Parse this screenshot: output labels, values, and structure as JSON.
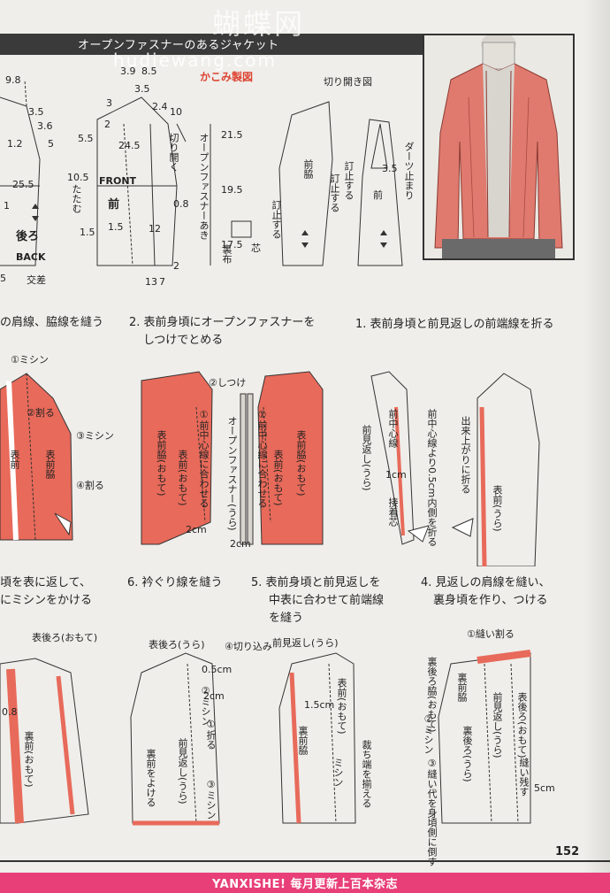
{
  "header": {
    "title": "オープンファスナーのあるジャケット",
    "subtitle": "かこみ製図",
    "watermark_cn": "蝴蝶网",
    "watermark_en": "hudiewang.com"
  },
  "pattern": {
    "dim_98": "9.8",
    "dim_35a": "3.5",
    "dim_36": "3.6",
    "dim_12": "1.2",
    "dim_5": "5",
    "dim_255": "25.5",
    "dim_1a": "1",
    "back_label": "後ろ",
    "back_en": "BACK",
    "kousa": "交差",
    "dim_5b": "5",
    "dim_3": "3",
    "dim_55": "5.5",
    "dim_24": "2",
    "dim_245": "24.5",
    "dim_105": "10.5",
    "dim_15a": "1.5",
    "dim_15b": "1.5",
    "dim_12b": "12",
    "front_en": "FRONT",
    "front_label": "前",
    "tatamu": "たたむ",
    "dim_39": "3.9",
    "dim_85": "8.5",
    "dim_35b": "3.5",
    "dim_24b": "2.4",
    "dim_10": "10",
    "dim_08": "0.8",
    "dim_13": "13",
    "dim_7": "7",
    "dim_215": "21.5",
    "dim_195": "19.5",
    "dim_175": "17.5",
    "dim_2": "2",
    "kirihiraku": "切り開く",
    "zip_open": "オープンファスナーあき",
    "urabari": "裏布",
    "shin": "芯",
    "kirihiraki_zu": "切り開き図",
    "maewaki": "前脇",
    "tomeru1": "訂止する",
    "tomeru2": "訂止する",
    "tomeru3": "訂止する",
    "mae": "前",
    "dart": "ダーツ止まり",
    "dim_35c": "3.5"
  },
  "steps": {
    "s1": "1. 表前身頃と前見返しの前端線を折る",
    "s2a": "2. 表前身頃にオープンファスナーを",
    "s2b": "しつけでとめる",
    "s3": "の肩線、脇線を縫う",
    "s4a": "4. 見返しの肩線を縫い、",
    "s4b": "裏身頃を作り、つける",
    "s5a": "5. 表前身頃と前見返しを",
    "s5b": "中表に合わせて前端線",
    "s5c": "を縫う",
    "s6": "6. 衿ぐり線を縫う",
    "s7a": "頃を表に返して、",
    "s7b": "にミシンをかける"
  },
  "fig": {
    "mishin1": "①ミシン",
    "waru2": "②割る",
    "mishin3": "③ミシン",
    "waru4": "④割る",
    "omote_mae": "表前",
    "ura": "(うら)",
    "omote_maewaki": "表前脇",
    "shitsuke2": "②しつけ",
    "center_align": "①前中心線に合わせる",
    "zipper_ura": "オープンファスナー(うら)",
    "omote_maewaki_omote": "表前脇(おもて)",
    "omote_mae_omote": "表前(おもて)",
    "cm2": "2cm",
    "maemikaeshi": "前見返し(うら)",
    "mae_center": "前中心線",
    "cm1": "1cm",
    "setchakushin": "接着芯",
    "fold_in": "前中心線より0.5cm内側を折る",
    "dekiagari": "出来上がりに折る",
    "omote_mae_ura": "表前(うら)",
    "omote_ushiro": "表後ろ(おもて)",
    "cm08": "0.8",
    "ura_mae": "裏前(おもて)",
    "omote_ushiro_ura": "表後ろ(うら)",
    "kirikomi": "④切り込み",
    "cm05": "0.5cm",
    "mishin2": "②ミシン",
    "cm2b": "2cm",
    "oru1": "①折る",
    "ura_mae_yokeru": "裏前をよける",
    "maemikaeshi2": "前見返し(うら)",
    "mishin3b": "③ミシン",
    "maemikaeshi3": "前見返し(うら)",
    "omote_mae3": "表前(おもて)",
    "cm15": "1.5cm",
    "ura_maewaki": "裏前脇",
    "tachihashi": "裁ち端を揃える",
    "mishin_c": "ミシン",
    "nuiwaru": "①縫い割る",
    "ura_ushirowaki": "裏後ろ脇(おもて)",
    "ura_maewaki4": "裏前脇",
    "omote_ushiro4": "表後ろ(おもて)",
    "maemikaeshi4": "前見返し(うら)",
    "ura_ushiro_ura": "裏後ろ(うら)",
    "mishin_4": "②ミシン",
    "nuishiro": "③縫い代を身頃側に倒す",
    "nuinokosu": "縫い残す",
    "cm5": "5cm"
  },
  "page_number": "152",
  "footer": "YANXISHE! 每月更新上百本杂志",
  "colors": {
    "accent": "#e86a5a",
    "footer": "#e83f78",
    "header": "#3a3a3a"
  }
}
